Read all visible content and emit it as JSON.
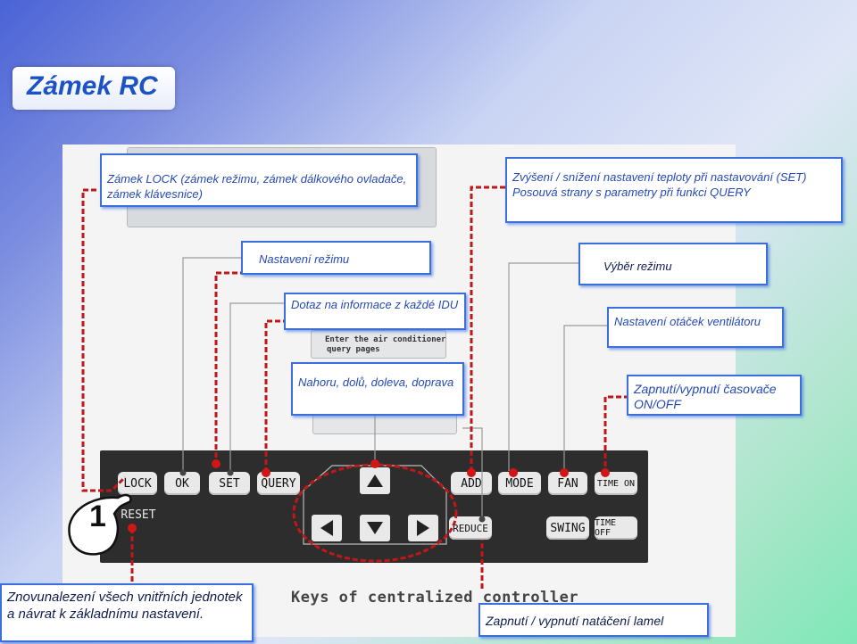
{
  "title": "Zámek RC",
  "callouts": {
    "lock": "Zámek  LOCK (zámek režimu, zámek dálkového ovladače, zámek klávesnice)",
    "temp": "Zvýšení / snížení nastavení teploty při nastavování (SET) Posouvá strany s parametry při funkci QUERY",
    "mode_set": "Nastavení režimu",
    "mode_select": "Výběr režimu",
    "query": "Dotaz na informace z každé IDU",
    "fan": "Nastavení otáček ventilátoru",
    "arrows": "Nahoru, dolů, doleva, doprava",
    "timer": "Zapnutí/vypnutí časovače ON/OFF",
    "reset": "Znovunalezení všech vnitřních jednotek a návrat k základnímu nastavení.",
    "swing": "Zapnutí / vypnutí natáčení lamel"
  },
  "faint": {
    "query_hint_1": "Enter the air conditioner",
    "query_hint_2": "query pages"
  },
  "buttons": {
    "lock": "LOCK",
    "ok": "OK",
    "set": "SET",
    "query": "QUERY",
    "add": "ADD",
    "mode": "MODE",
    "fan": "FAN",
    "time_on": "TIME ON",
    "reset": "RESET",
    "reduce": "REDUCE",
    "swing": "SWING",
    "time_off": "TIME OFF"
  },
  "badge_number": "1",
  "caption": "Keys of centralized controller",
  "colors": {
    "accent": "#3c6fdc",
    "marker": "#d21616",
    "title": "#1b53c6"
  }
}
